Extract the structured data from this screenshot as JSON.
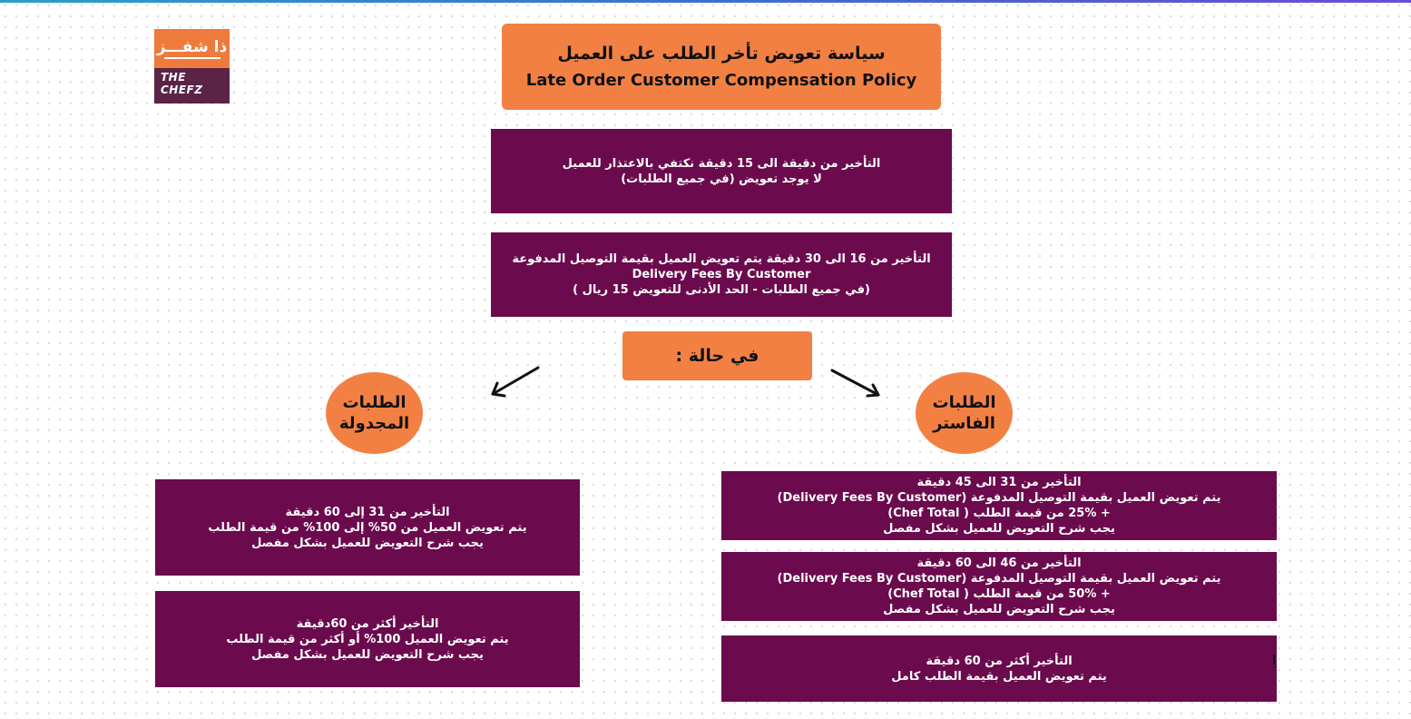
{
  "logo": {
    "arabic": "ذا شفـــز",
    "english": "THE CHEFZ"
  },
  "title": {
    "arabic": "سياسة تعويض تأخر الطلب على العميل",
    "english": "Late Order Customer Compensation Policy"
  },
  "policy_1": {
    "line1": "التأخير من دقيقة الى 15 دقيقة نكتفي بالاعتذار للعميل",
    "line2": "لا يوجد تعويض (في جميع الطلبات)"
  },
  "policy_2": {
    "line1": "التأخير من 16 الى 30 دقيقة  يتم تعويض العميل بقيمة التوصيل المدفوعة",
    "line2": "Delivery Fees By Customer",
    "line3": "(في جميع الطلبات - الحد الأدنى للتعويض 15 ريال )"
  },
  "case_label": "في حالة :",
  "scheduled": {
    "label_line1": "الطلبات",
    "label_line2": "المجدولة",
    "box1": {
      "line1": "التأخير من 31  إلى 60 دقيقة",
      "line2": "يتم تعويض العميل من 50% إلى 100% من قيمة الطلب",
      "line3": "يجب شرح التعويض للعميل بشكل مفصل"
    },
    "box2": {
      "line1": "التأخير أكثر من 60دقيقة",
      "line2": "يتم تعويض العميل 100% أو أكثر من قيمة الطلب",
      "line3": "يجب شرح التعويض للعميل بشكل مفصل"
    }
  },
  "faster": {
    "label_line1": "الطلبات",
    "label_line2": "الفاستر",
    "box1": {
      "line1": "التأخير من  31 الى 45 دقيقة",
      "line2": "يتم تعويض العميل بقيمة التوصيل المدفوعة (Delivery Fees By Customer)",
      "line3": "+ 25% من قيمة الطلب  ( Chef Total)",
      "line4": "يجب شرح التعويض للعميل بشكل مفصل"
    },
    "box2": {
      "line1": "التأخير من  46 الى 60 دقيقة",
      "line2": "يتم تعويض العميل بقيمة التوصيل المدفوعة (Delivery Fees By Customer)",
      "line3": "+ 50% من قيمة الطلب ( Chef Total)",
      "line4": "يجب شرح التعويض للعميل بشكل مفصل"
    },
    "box3": {
      "line1": "التأخير  أكثر من 60 دقيقة",
      "line2": "يتم تعويض العميل بقيمة الطلب كامل"
    }
  },
  "colors": {
    "orange": "#f38043",
    "purple": "#6b0a4d",
    "logo_dark": "#5b2346"
  }
}
